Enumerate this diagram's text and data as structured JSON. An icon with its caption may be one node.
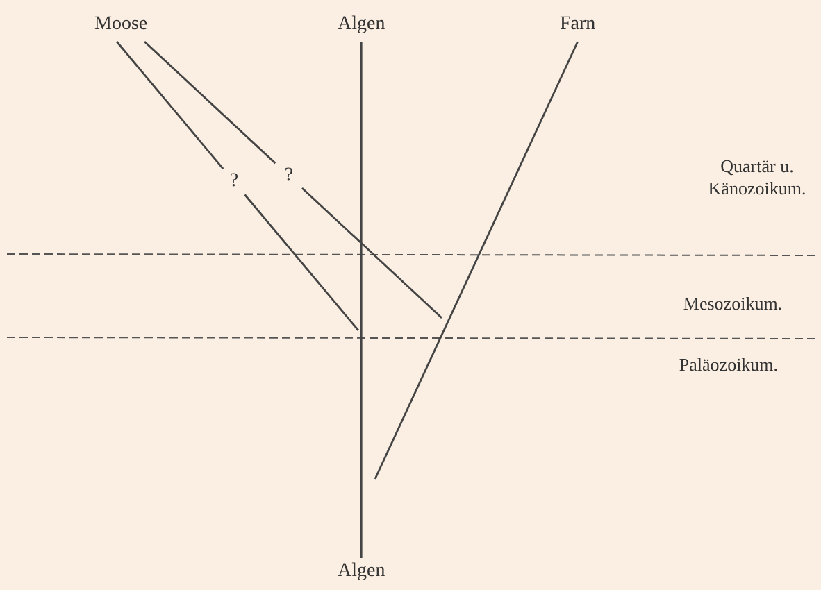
{
  "diagram": {
    "nodes": [
      {
        "text": [
          "Moose"
        ]
      },
      {
        "text": [
          "Algen"
        ]
      },
      {
        "text": [
          "Farn"
        ]
      },
      {
        "text": [
          "Algen"
        ]
      }
    ],
    "edges": [
      {
        "from": 3,
        "to": 1,
        "arrow": "none"
      },
      {
        "from": null,
        "to": 2,
        "arrow": "none"
      },
      {
        "from": 0,
        "to": null,
        "arrow": "none",
        "label": "?"
      },
      {
        "from": 0,
        "to": null,
        "arrow": "none",
        "label": "?"
      }
    ],
    "labels": [
      "Quartär u. Känozoikum.",
      "Mesozoikum.",
      "Paläozoikum."
    ]
  }
}
